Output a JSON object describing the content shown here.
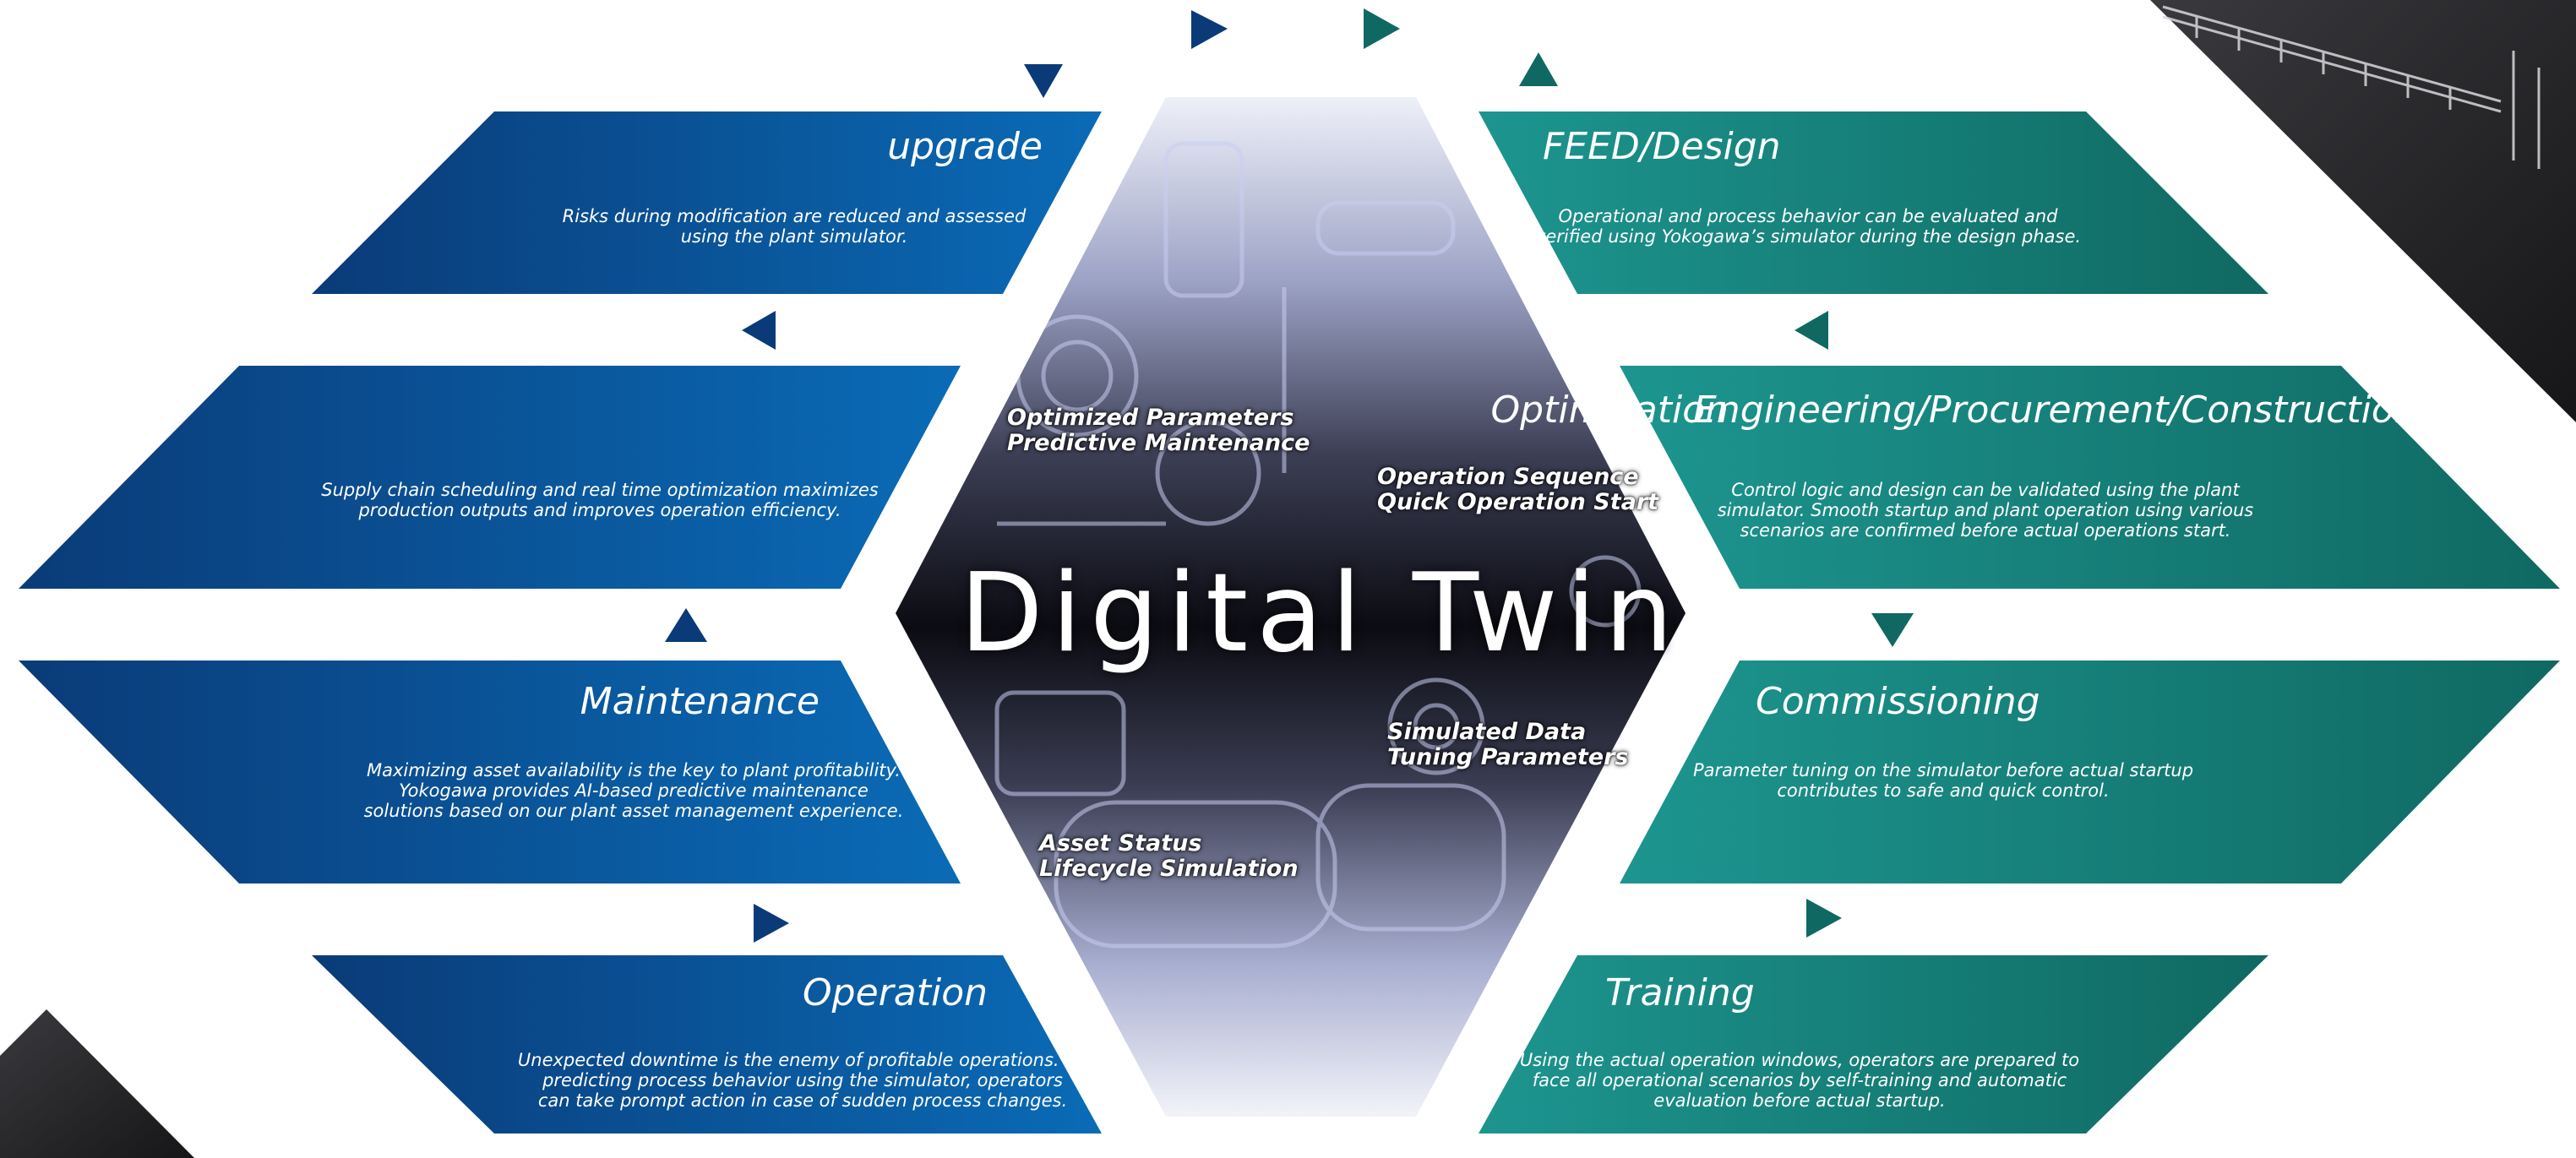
{
  "center": {
    "title": "Digital Twin"
  },
  "colors": {
    "blue_dark": "#0a3b78",
    "blue_light": "#0a6bb6",
    "teal_light": "#1d958f",
    "teal_dark": "#0f6962"
  },
  "panels": [
    {
      "title": "upgrade",
      "description": "Risks during modification are reduced and assessed\nusing the plant simulator."
    },
    {
      "title": "Optimization",
      "description": "Supply chain scheduling and real time optimization maximizes\nproduction outputs and improves operation efficiency."
    },
    {
      "title": "Maintenance",
      "description": "Maximizing asset availability is the key to plant profitability.\nYokogawa provides AI-based predictive maintenance\nsolutions based on our plant asset management experience."
    },
    {
      "title": "Operation",
      "description": "Unexpected downtime is the enemy of profitable operations. By\npredicting process behavior using the simulator, operators\ncan take prompt action in case of sudden process changes."
    },
    {
      "title": "FEED/Design",
      "description": "Operational and process behavior can be evaluated and\nverified using Yokogawa’s simulator during the design phase."
    },
    {
      "title": "Engineering/Procurement/Construction",
      "description": "Control logic and design can be validated using the plant\nsimulator. Smooth startup and plant operation using various\nscenarios are confirmed before actual operations start."
    },
    {
      "title": "Commissioning",
      "description": "Parameter tuning on the simulator before actual startup\ncontributes to safe and quick control."
    },
    {
      "title": "Training",
      "description": "Using the actual operation windows, operators are prepared to\nface all operational scenarios by self-training and automatic\nevaluation before actual startup."
    }
  ],
  "overlays": [
    {
      "text": "Optimized Parameters\nPredictive Maintenance"
    },
    {
      "text": "Operation Sequence\nQuick Operation Start"
    },
    {
      "text": "Simulated Data\nTuning Parameters"
    },
    {
      "text": "Asset Status\nLifecycle Simulation"
    }
  ]
}
